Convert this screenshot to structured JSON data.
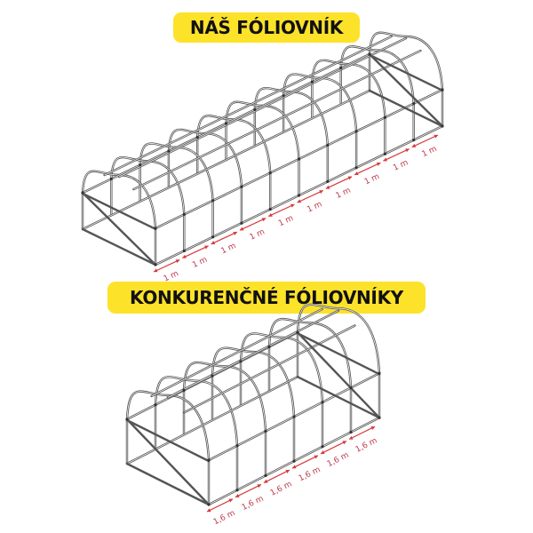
{
  "headings": {
    "ours": "NÁŠ FÓLIOVNÍK",
    "competitors": "KONKURENČNÉ FÓLIOVNÍKY"
  },
  "colors": {
    "badge": "#fde22a",
    "frame": "#555555",
    "dimension": "#d63a3a"
  },
  "greenhouses": [
    {
      "id": "ours",
      "segment_label": "1 m",
      "segments": 10,
      "front_left": [
        93,
        258
      ],
      "front_right": [
        175,
        298
      ],
      "length_step": [
        32.3,
        -15.6
      ],
      "wall_height": 41,
      "arch_rise": 40,
      "label_offset": [
        6,
        14
      ]
    },
    {
      "id": "competitors",
      "segment_label": "1,6 m",
      "segments": 6,
      "front_left": [
        143,
        522
      ],
      "front_right": [
        235,
        568
      ],
      "length_step": [
        32.0,
        -16.3
      ],
      "wall_height": 50,
      "arch_rise": 50,
      "label_offset": [
        6,
        16
      ]
    }
  ]
}
